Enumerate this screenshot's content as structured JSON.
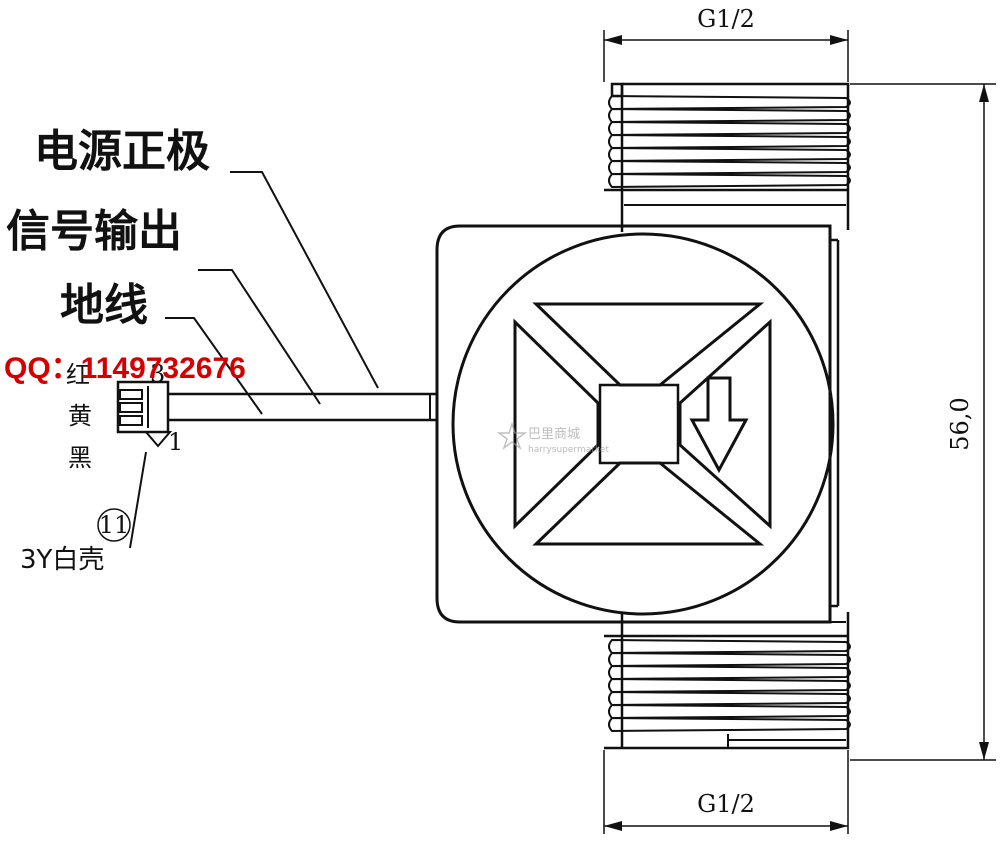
{
  "labels": {
    "power_positive": "电源正极",
    "signal_output": "信号输出",
    "ground": "地线",
    "wire_red": "红",
    "wire_yellow": "黄",
    "wire_black": "黑",
    "pin_three": "3",
    "pin_one": "1",
    "part_number": "11",
    "connector_housing": "3Y白壳"
  },
  "dimensions": {
    "thread_top": "G1/2",
    "thread_bottom": "G1/2",
    "overall_height": "56,0"
  },
  "watermark": {
    "text": "QQ：1149732676",
    "color": "#d40000"
  },
  "shop_stamp": {
    "name": "巴里商城",
    "url": "harrysupermarket"
  },
  "colors": {
    "line": "#111111",
    "background": "#ffffff"
  }
}
